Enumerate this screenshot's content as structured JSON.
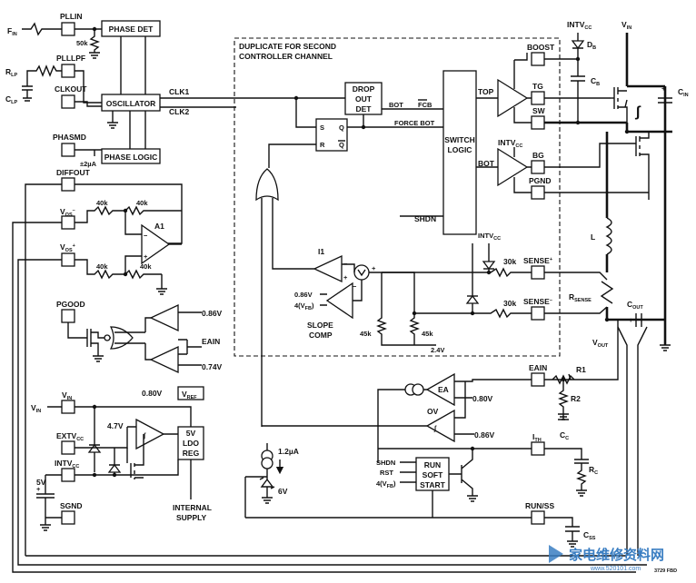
{
  "pins": {
    "fin": "F",
    "fin_sub": "IN",
    "pllin": "PLLIN",
    "rlp": "R",
    "rlp_sub": "LP",
    "clp": "C",
    "clp_sub": "LP",
    "plllpf": "PLLLPF",
    "clkout": "CLKOUT",
    "phasmd": "PHASMD",
    "diffout": "DIFFOUT",
    "vos_minus": "V",
    "vos_minus_sub": "OS",
    "vos_minus_sup": "–",
    "vos_plus": "V",
    "vos_plus_sub": "OS",
    "vos_plus_sup": "+",
    "pgood": "PGOOD",
    "vin": "V",
    "vin_sub": "IN",
    "vin_left": "V",
    "vin_left_sub": "IN",
    "extvcc": "EXTV",
    "extvcc_sub": "CC",
    "intvcc": "INTV",
    "intvcc_sub": "CC",
    "sgnd": "SGND",
    "boost": "BOOST",
    "tg": "TG",
    "sw": "SW",
    "bg": "BG",
    "pgnd": "PGND",
    "sense_plus": "SENSE",
    "sense_plus_sup": "+",
    "sense_minus": "SENSE",
    "sense_minus_sup": "–",
    "eain": "EAIN",
    "ith": "I",
    "ith_sub": "TH",
    "runss": "RUN/SS"
  },
  "blocks": {
    "phase_det": "PHASE DET",
    "oscillator": "OSCILLATOR",
    "phase_logic": "PHASE LOGIC",
    "dropout_1": "DROP",
    "dropout_2": "OUT",
    "dropout_3": "DET",
    "switch_1": "SWITCH",
    "switch_2": "LOGIC",
    "run_1": "RUN",
    "run_2": "SOFT",
    "run_3": "START",
    "vref": "V",
    "vref_sub": "REF",
    "ldo_1": "5V",
    "ldo_2": "LDO",
    "ldo_3": "REG",
    "sr_s": "S",
    "sr_r": "R",
    "sr_q": "Q",
    "sr_qbar": "Q"
  },
  "labels": {
    "duplicate_1": "DUPLICATE FOR SECOND",
    "duplicate_2": "CONTROLLER CHANNEL",
    "clk1": "CLK1",
    "clk2": "CLK2",
    "r50k": "50k",
    "i2ua": "±2µA",
    "bot1": "BOT",
    "fcb": "FCB",
    "force_bot": "FORCE BOT",
    "top": "TOP",
    "bot2": "BOT",
    "shdn": "SHDN",
    "intvcc_mid": "INTV",
    "intvcc_mid_sub": "CC",
    "intvcc_bg": "INTV",
    "intvcc_bg_sub": "CC",
    "intvcc_top": "INTV",
    "intvcc_top_sub": "CC",
    "vin_top": "V",
    "vin_top_sub": "IN",
    "db": "D",
    "db_sub": "B",
    "cb": "C",
    "cb_sub": "B",
    "cin": "C",
    "cin_sub": "IN",
    "l": "L",
    "rsense": "R",
    "rsense_sub": "SENSE",
    "cout": "C",
    "cout_sub": "OUT",
    "vout": "V",
    "vout_sub": "OUT",
    "i1": "I1",
    "r30k_a": "30k",
    "r30k_b": "30k",
    "r45k_a": "45k",
    "r45k_b": "45k",
    "v24": "2.4V",
    "v086_slope": "0.86V",
    "vfb_slope": "4(V",
    "vfb_slope_sub": "FB",
    "vfb_slope_end": ")",
    "slope_1": "SLOPE",
    "slope_2": "COMP",
    "r40k_a": "40k",
    "r40k_b": "40k",
    "r40k_c": "40k",
    "r40k_d": "40k",
    "a1": "A1",
    "v086_pg": "0.86V",
    "eain_pg": "EAIN",
    "v074": "0.74V",
    "v080_ref": "0.80V",
    "v47": "4.7V",
    "v5": "5V",
    "internal_1": "INTERNAL",
    "internal_2": "SUPPLY",
    "r1": "R1",
    "r2": "R2",
    "ea": "EA",
    "v080_ea": "0.80V",
    "ov": "OV",
    "v086_ov": "0.86V",
    "cc": "C",
    "cc_sub": "C",
    "rc": "R",
    "rc_sub": "C",
    "css": "C",
    "css_sub": "SS",
    "i12ua": "1.2µA",
    "v6": "6V",
    "run_shdn": "SHDN",
    "run_rst": "RST",
    "run_vfb": "4(V",
    "run_vfb_sub": "FB",
    "run_vfb_end": ")",
    "part_code": "3729 FBD"
  },
  "watermark": {
    "cn": "家电维修资料网",
    "url": "www.520101.com"
  }
}
